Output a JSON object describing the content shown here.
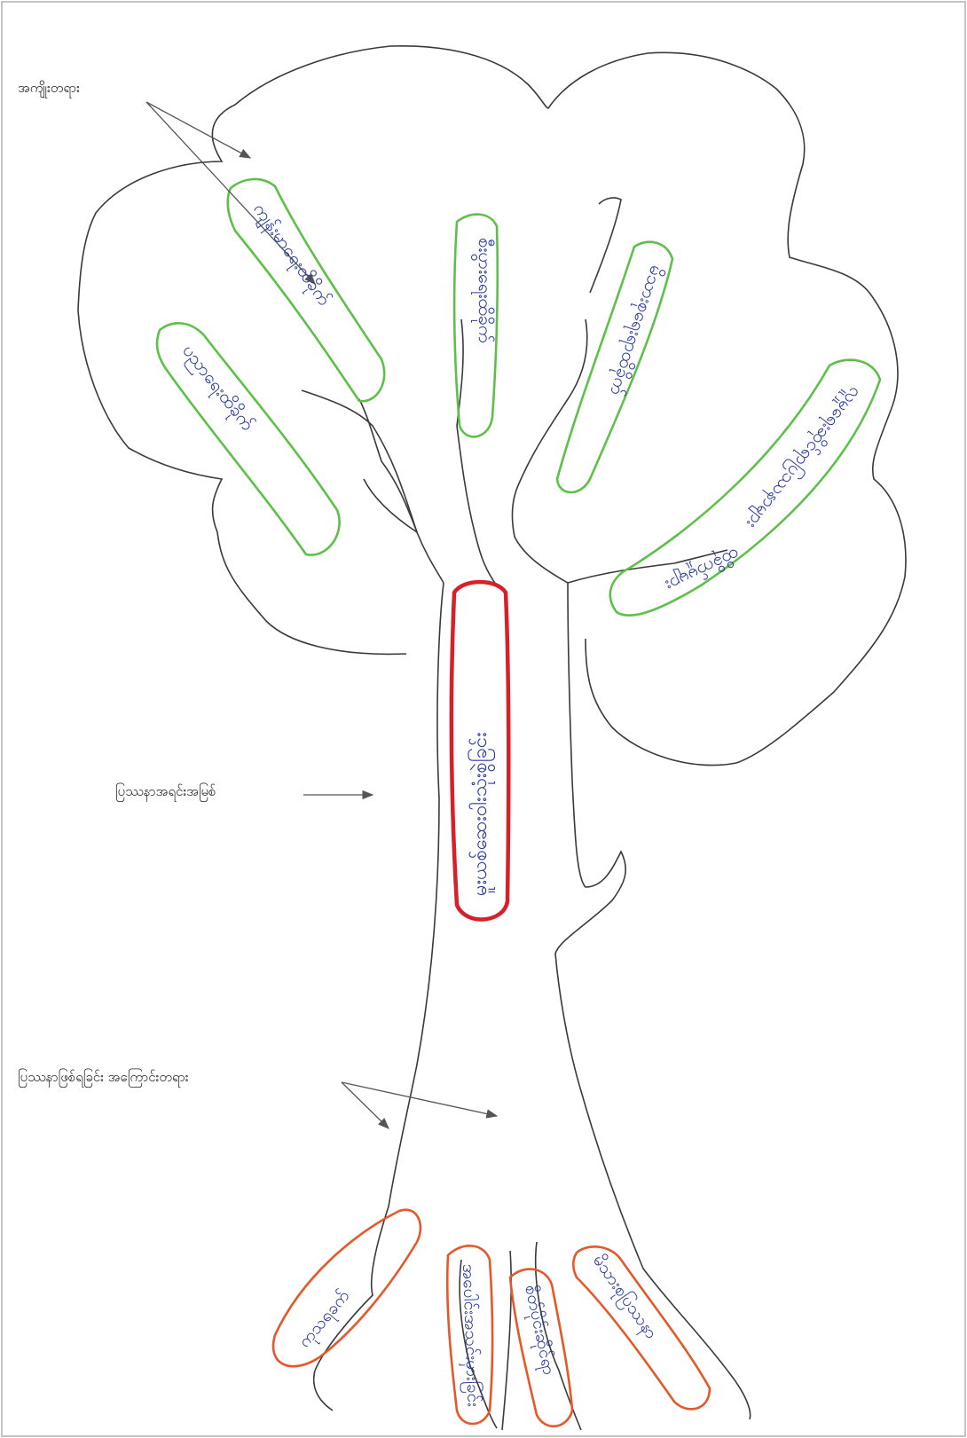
{
  "labels": {
    "effects": "အကျိုးတရား",
    "core_problem": "ပြဿနာအရင်းအမြစ်",
    "causes": "ပြဿနာဖြစ်ရခြင်း အကြောင်းတရား"
  },
  "colors": {
    "background": "#ffffff",
    "tree_outline": "#3a3a3a",
    "arrow": "#555555",
    "effect_border": "#5ec04a",
    "core_border": "#d8202a",
    "cause_border": "#e5582a",
    "handwriting": "#2a3a9a"
  },
  "effects": [
    {
      "text": "ကျန်းမာရေးထိခိုက်"
    },
    {
      "text": "ပညာရေးထိခိုက်"
    },
    {
      "text": "စီးပွားရေးထိခိုက်"
    },
    {
      "text": "မိသားစုရေးရာထိခိုက်"
    },
    {
      "text": "လူမှုရေးဆိုင်ရာပြဿနာများ"
    },
    {
      "text": "ထိခိုက်မှုများ"
    }
  ],
  "core": {
    "text": "မူးယစ်ဆေးဝါးသုံးစွဲခြင်း"
  },
  "causes": [
    {
      "text": "ကုသရခက်"
    },
    {
      "text": "အပေါင်းအသင်းမှားခြင်း"
    },
    {
      "text": "စိတ်ပိုင်းဆိုင်ရာ"
    },
    {
      "text": "မိသားစုပြဿနာ"
    }
  ]
}
